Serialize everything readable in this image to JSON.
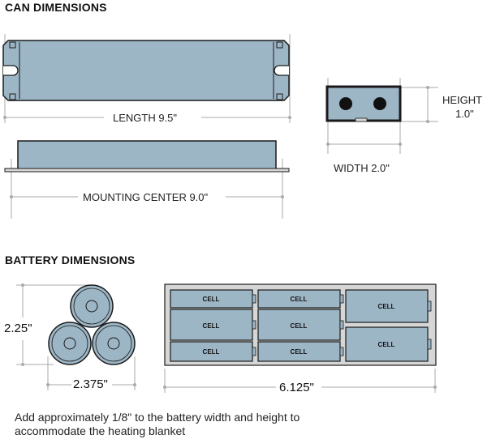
{
  "sections": {
    "can_title": "CAN DIMENSIONS",
    "battery_title": "BATTERY DIMENSIONS"
  },
  "can_labels": {
    "length": "LENGTH 9.5\"",
    "mounting": "MOUNTING CENTER 9.0\"",
    "height_word": "HEIGHT",
    "height_value": "1.0\"",
    "width": "WIDTH 2.0\""
  },
  "battery_labels": {
    "height": "2.25\"",
    "width_cluster": "2.375\"",
    "width_pack": "6.125\"",
    "cell": "CELL"
  },
  "note": {
    "line1": "Add approximately 1/8\" to the battery width and height to",
    "line2": "accommodate the heating blanket"
  },
  "colors": {
    "body_fill": "#9db6c6",
    "outline": "#1a1a1a",
    "dim_line": "#aaaaaa",
    "tray_fill": "#d6d6d6"
  }
}
